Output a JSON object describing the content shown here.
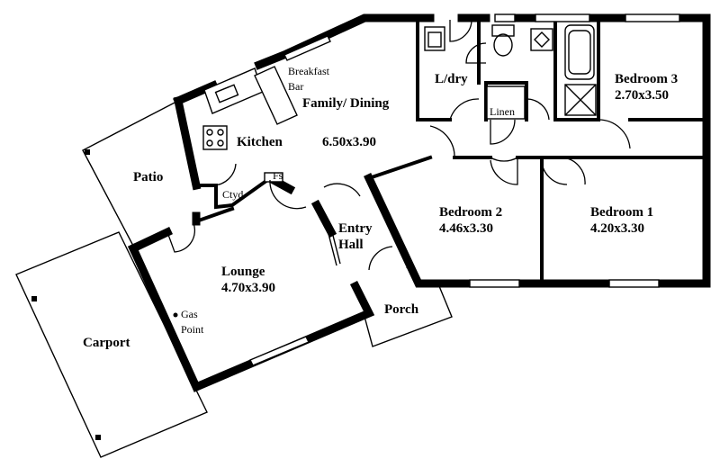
{
  "rooms": {
    "breakfast_bar": [
      "Breakfast",
      "Bar"
    ],
    "family_dining": {
      "name": "Family/ Dining",
      "size": "6.50x3.90"
    },
    "ldry": "L/dry",
    "linen": "Linen",
    "bedroom3": {
      "name": "Bedroom 3",
      "size": "2.70x3.50"
    },
    "kitchen": "Kitchen",
    "patio": "Patio",
    "ctyd": "Ctyd",
    "fs": "Fs",
    "bedroom2": {
      "name": "Bedroom 2",
      "size": "4.46x3.30"
    },
    "bedroom1": {
      "name": "Bedroom 1",
      "size": "4.20x3.30"
    },
    "entry_hall": [
      "Entry",
      "Hall"
    ],
    "lounge": {
      "name": "Lounge",
      "size": "4.70x3.90"
    },
    "gas_point": [
      "Gas",
      "Point"
    ],
    "porch": "Porch",
    "carport": "Carport"
  }
}
